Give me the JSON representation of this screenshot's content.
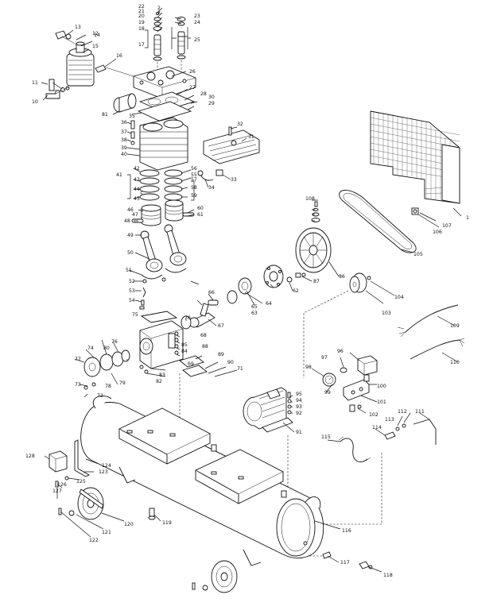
{
  "labels": [
    {
      "id": "1",
      "t": "1"
    },
    {
      "id": "2",
      "t": "2"
    },
    {
      "id": "3",
      "t": "3"
    },
    {
      "id": "5",
      "t": "5"
    },
    {
      "id": "10",
      "t": "10"
    },
    {
      "id": "11",
      "t": "11"
    },
    {
      "id": "12",
      "t": "12"
    },
    {
      "id": "13",
      "t": "13"
    },
    {
      "id": "14",
      "t": "14"
    },
    {
      "id": "15",
      "t": "15"
    },
    {
      "id": "16",
      "t": "16"
    },
    {
      "id": "17",
      "t": "17"
    },
    {
      "id": "18",
      "t": "18"
    },
    {
      "id": "19",
      "t": "19"
    },
    {
      "id": "20",
      "t": "20"
    },
    {
      "id": "21",
      "t": "21"
    },
    {
      "id": "22",
      "t": "22"
    },
    {
      "id": "23",
      "t": "23"
    },
    {
      "id": "24",
      "t": "24"
    },
    {
      "id": "25",
      "t": "25"
    },
    {
      "id": "26",
      "t": "26"
    },
    {
      "id": "27",
      "t": "27"
    },
    {
      "id": "28",
      "t": "28"
    },
    {
      "id": "29",
      "t": "29"
    },
    {
      "id": "30",
      "t": "30"
    },
    {
      "id": "31",
      "t": "31"
    },
    {
      "id": "32",
      "t": "32"
    },
    {
      "id": "33",
      "t": "33"
    },
    {
      "id": "34",
      "t": "34"
    },
    {
      "id": "35",
      "t": "35"
    },
    {
      "id": "36",
      "t": "36"
    },
    {
      "id": "37",
      "t": "37"
    },
    {
      "id": "38",
      "t": "38"
    },
    {
      "id": "39",
      "t": "39"
    },
    {
      "id": "40",
      "t": "40"
    },
    {
      "id": "41",
      "t": "41"
    },
    {
      "id": "42",
      "t": "42"
    },
    {
      "id": "43",
      "t": "43"
    },
    {
      "id": "44",
      "t": "44"
    },
    {
      "id": "45",
      "t": "45"
    },
    {
      "id": "46",
      "t": "46"
    },
    {
      "id": "47",
      "t": "47"
    },
    {
      "id": "48",
      "t": "48"
    },
    {
      "id": "49",
      "t": "49"
    },
    {
      "id": "50",
      "t": "50"
    },
    {
      "id": "51",
      "t": "51"
    },
    {
      "id": "52",
      "t": "52"
    },
    {
      "id": "53",
      "t": "53"
    },
    {
      "id": "54",
      "t": "54"
    },
    {
      "id": "55",
      "t": "55"
    },
    {
      "id": "56",
      "t": "56"
    },
    {
      "id": "57",
      "t": "57"
    },
    {
      "id": "58",
      "t": "58"
    },
    {
      "id": "59",
      "t": "59"
    },
    {
      "id": "60",
      "t": "60"
    },
    {
      "id": "61",
      "t": "61"
    },
    {
      "id": "62",
      "t": "62"
    },
    {
      "id": "63",
      "t": "63"
    },
    {
      "id": "64",
      "t": "64"
    },
    {
      "id": "65",
      "t": "65"
    },
    {
      "id": "66",
      "t": "66"
    },
    {
      "id": "67",
      "t": "67"
    },
    {
      "id": "68",
      "t": "68"
    },
    {
      "id": "69",
      "t": "69"
    },
    {
      "id": "70",
      "t": "70"
    },
    {
      "id": "71",
      "t": "71"
    },
    {
      "id": "72",
      "t": "72"
    },
    {
      "id": "73",
      "t": "73"
    },
    {
      "id": "74",
      "t": "74"
    },
    {
      "id": "75",
      "t": "75"
    },
    {
      "id": "76",
      "t": "76"
    },
    {
      "id": "77",
      "t": "77"
    },
    {
      "id": "78",
      "t": "78"
    },
    {
      "id": "79",
      "t": "79"
    },
    {
      "id": "80",
      "t": "80"
    },
    {
      "id": "81",
      "t": "81"
    },
    {
      "id": "82",
      "t": "82"
    },
    {
      "id": "83",
      "t": "83"
    },
    {
      "id": "84",
      "t": "84"
    },
    {
      "id": "85",
      "t": "85"
    },
    {
      "id": "86",
      "t": "86"
    },
    {
      "id": "87",
      "t": "87"
    },
    {
      "id": "88",
      "t": "88"
    },
    {
      "id": "89",
      "t": "89"
    },
    {
      "id": "90",
      "t": "90"
    },
    {
      "id": "91",
      "t": "91"
    },
    {
      "id": "92",
      "t": "92"
    },
    {
      "id": "93",
      "t": "93"
    },
    {
      "id": "94",
      "t": "94"
    },
    {
      "id": "95",
      "t": "95"
    },
    {
      "id": "96",
      "t": "96"
    },
    {
      "id": "97",
      "t": "97"
    },
    {
      "id": "98",
      "t": "98"
    },
    {
      "id": "99",
      "t": "99"
    },
    {
      "id": "100",
      "t": "100"
    },
    {
      "id": "101",
      "t": "101"
    },
    {
      "id": "102",
      "t": "102"
    },
    {
      "id": "103",
      "t": "103"
    },
    {
      "id": "104",
      "t": "104"
    },
    {
      "id": "105",
      "t": "105"
    },
    {
      "id": "106",
      "t": "106"
    },
    {
      "id": "107",
      "t": "107"
    },
    {
      "id": "108",
      "t": "108"
    },
    {
      "id": "109",
      "t": "109"
    },
    {
      "id": "110",
      "t": "110"
    },
    {
      "id": "111",
      "t": "111"
    },
    {
      "id": "112",
      "t": "112"
    },
    {
      "id": "113",
      "t": "113"
    },
    {
      "id": "114",
      "t": "114"
    },
    {
      "id": "115",
      "t": "115"
    },
    {
      "id": "116",
      "t": "116"
    },
    {
      "id": "117",
      "t": "117"
    },
    {
      "id": "118",
      "t": "118"
    },
    {
      "id": "119",
      "t": "119"
    },
    {
      "id": "120",
      "t": "120"
    },
    {
      "id": "121",
      "t": "121"
    },
    {
      "id": "122",
      "t": "122"
    },
    {
      "id": "123",
      "t": "123"
    },
    {
      "id": "124",
      "t": "124"
    },
    {
      "id": "125",
      "t": "125"
    },
    {
      "id": "126",
      "t": "126"
    },
    {
      "id": "127",
      "t": "127"
    },
    {
      "id": "128",
      "t": "128"
    }
  ]
}
